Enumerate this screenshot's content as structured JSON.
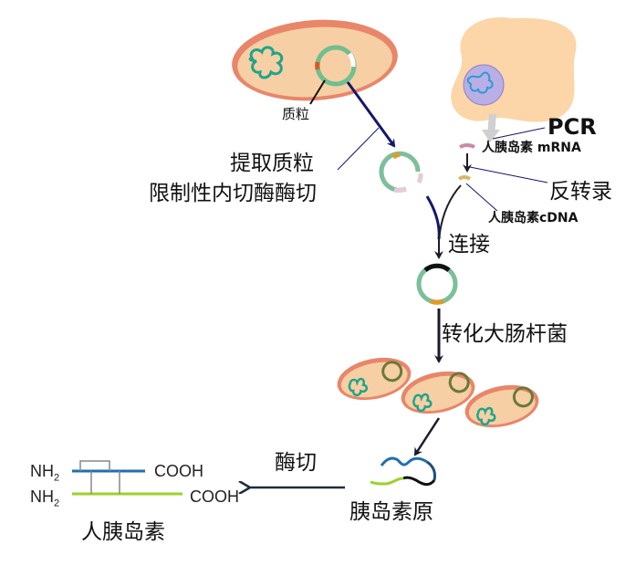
{
  "title": "基因工程生产人胰岛素流程图",
  "labels": {
    "plasmid": "质粒",
    "extract_plasmid": "提取质粒",
    "restriction_cut": "限制性内切酶酶切",
    "pcr": "PCR",
    "mrna": "人胰岛素 mRNA",
    "reverse_transcription": "反转录",
    "cdna": "人胰岛素cDNA",
    "ligation": "连接",
    "transform": "转化大肠杆菌",
    "enzyme_cut": "酶切",
    "proinsulin": "胰岛素原",
    "insulin": "人胰岛素"
  },
  "insulin_chains": {
    "chain_a": {
      "n_term": "NH",
      "n_sub": "2",
      "c_term": "COOH",
      "color": "#1f6fb0"
    },
    "chain_b": {
      "n_term": "NH",
      "n_sub": "2",
      "c_term": "COOH",
      "color": "#9ed12a"
    }
  },
  "colors": {
    "bacteria_fill": "#f7cfa4",
    "bacteria_border": "#e8866a",
    "plasmid_ring": "#7dbf9a",
    "dna_coil": "#1fa58a",
    "arrow_navy": "#14176e",
    "cell_fill": "#fcd5a8",
    "nucleus_fill": "#b9aee6",
    "nucleus_coil": "#2b9bd0"
  }
}
